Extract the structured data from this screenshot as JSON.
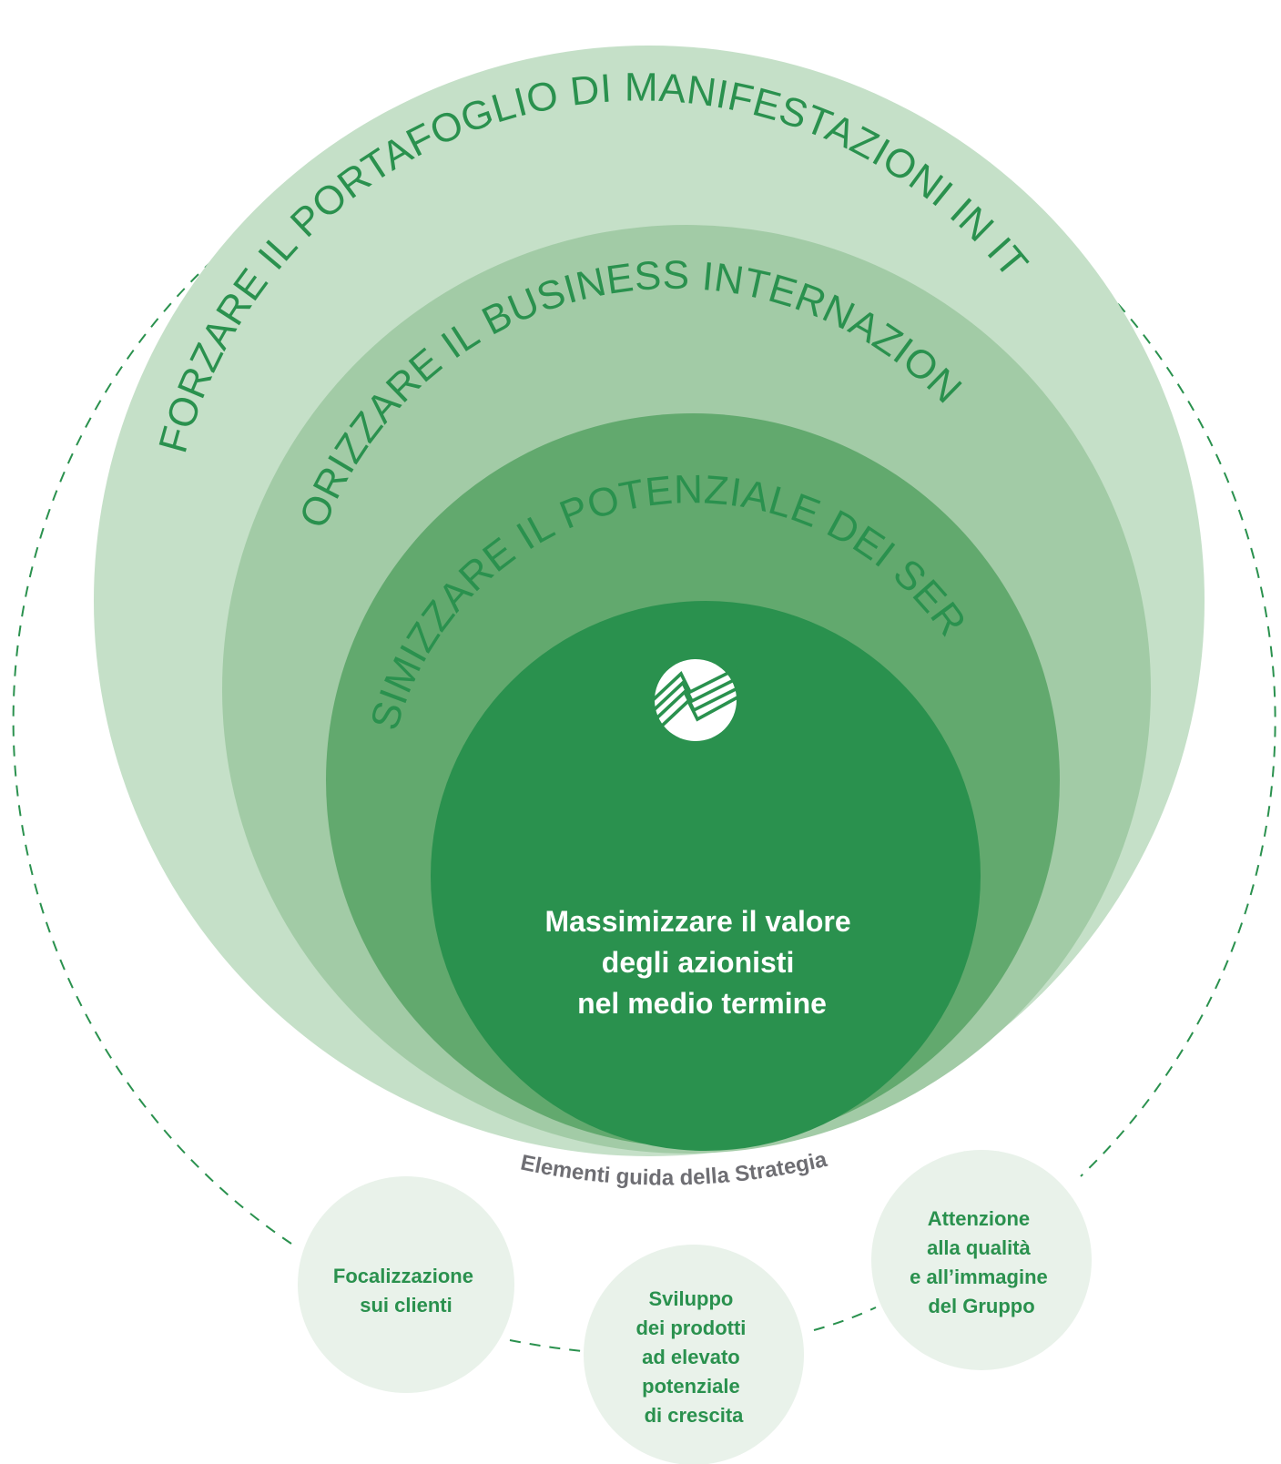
{
  "rings": [
    {
      "label": "RAFFORZARE IL PORTAFOGLIO DI MANIFESTAZIONI IN ITALIA",
      "fill": "#c5e0c8",
      "text_color": "#2a914e"
    },
    {
      "label": "VALORIZZARE IL BUSINESS INTERNAZIONALE",
      "fill": "#a2cba6",
      "text_color": "#2a914e"
    },
    {
      "label": "MASSIMIZZARE IL POTENZIALE DEI SERVIZI",
      "fill": "#62a96e",
      "text_color": "#2a914e"
    }
  ],
  "core": {
    "fill": "#2a914e",
    "logo_icon": "fiera-logo-icon",
    "lines": [
      "Massimizzare il valore",
      "degli azionisti",
      "nel medio termine"
    ]
  },
  "guide_title": "Elementi guida della Strategia",
  "pillars": [
    {
      "lines": [
        "Focalizzazione",
        "sui clienti"
      ]
    },
    {
      "lines": [
        "Sviluppo",
        "dei prodotti",
        "ad elevato",
        "potenziale",
        "di crescita"
      ]
    },
    {
      "lines": [
        "Attenzione",
        "alla qualità",
        "e all’immagine",
        "del Gruppo"
      ]
    }
  ],
  "colors": {
    "pillar_fill": "#e9f2ea",
    "pillar_text": "#2a914e",
    "dashed_line": "#2a914e",
    "guide_title": "#6e6e73",
    "core_text": "#ffffff"
  }
}
